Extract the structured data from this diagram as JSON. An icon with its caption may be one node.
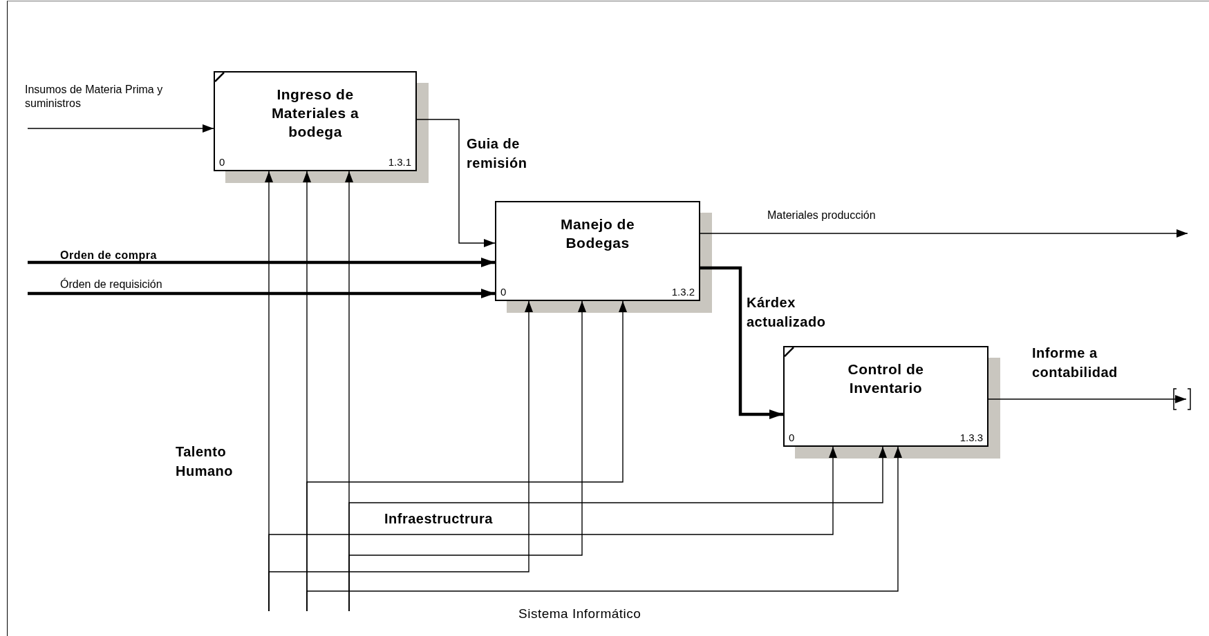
{
  "diagram": {
    "nodes": [
      {
        "text": [
          "Ingreso de Materiales a bodega",
          "0",
          "1.3.1"
        ]
      },
      {
        "text": [
          "Manejo de Bodegas",
          "0",
          "1.3.2"
        ]
      },
      {
        "text": [
          "Control de Inventario",
          "0",
          "1.3.3"
        ]
      }
    ],
    "edges": [
      {
        "from": null,
        "to": 0,
        "arrow": "to",
        "label": "Insumos de Materia Prima y suministros"
      },
      {
        "from": 0,
        "to": 1,
        "arrow": "to",
        "label": "Guia de remisión"
      },
      {
        "from": null,
        "to": 1,
        "arrow": "to",
        "label": "Orden de compra",
        "style": "thick"
      },
      {
        "from": null,
        "to": 1,
        "arrow": "to",
        "label": "Órden de requisición",
        "style": "thick"
      },
      {
        "from": 1,
        "to": null,
        "arrow": "to",
        "label": "Materiales producción"
      },
      {
        "from": 1,
        "to": 2,
        "arrow": "to",
        "label": "Kárdex actualizado",
        "style": "thick"
      },
      {
        "from": 2,
        "to": null,
        "arrow": "to",
        "label": "Informe a contabilidad"
      },
      {
        "from": null,
        "to": 0,
        "arrow": "to"
      },
      {
        "from": null,
        "to": 0,
        "arrow": "to"
      },
      {
        "from": null,
        "to": 0,
        "arrow": "to"
      },
      {
        "from": null,
        "to": 1,
        "arrow": "to"
      },
      {
        "from": null,
        "to": 1,
        "arrow": "to"
      },
      {
        "from": null,
        "to": 1,
        "arrow": "to"
      },
      {
        "from": null,
        "to": 2,
        "arrow": "to"
      },
      {
        "from": null,
        "to": 2,
        "arrow": "to"
      },
      {
        "from": null,
        "to": 2,
        "arrow": "to"
      }
    ],
    "labels": [
      "Talento Humano",
      "Infraestructrura",
      "Sistema Informático"
    ]
  }
}
